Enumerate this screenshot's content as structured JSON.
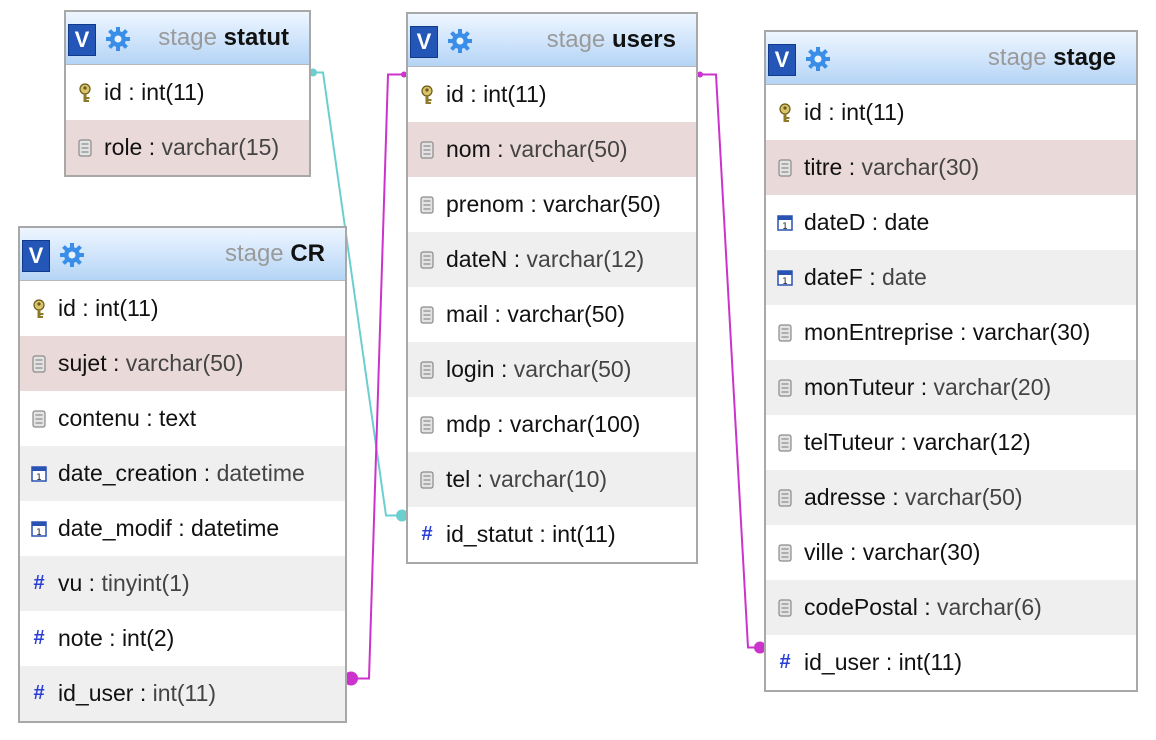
{
  "tables": [
    {
      "id": "statut",
      "db": "stage",
      "name": "statut",
      "columns": [
        {
          "name": "id",
          "type": "int(11)",
          "icon": "key-icon",
          "style": "plain"
        },
        {
          "name": "role",
          "type": "varchar(15)",
          "icon": "text-field-icon",
          "style": "highlight"
        }
      ]
    },
    {
      "id": "cr",
      "db": "stage",
      "name": "CR",
      "columns": [
        {
          "name": "id",
          "type": "int(11)",
          "icon": "key-icon",
          "style": "plain"
        },
        {
          "name": "sujet",
          "type": "varchar(50)",
          "icon": "text-field-icon",
          "style": "highlight"
        },
        {
          "name": "contenu",
          "type": "text",
          "icon": "text-field-icon",
          "style": "plain"
        },
        {
          "name": "date_creation",
          "type": "datetime",
          "icon": "date-icon",
          "style": "alt"
        },
        {
          "name": "date_modif",
          "type": "datetime",
          "icon": "date-icon",
          "style": "plain"
        },
        {
          "name": "vu",
          "type": "tinyint(1)",
          "icon": "number-icon",
          "style": "alt"
        },
        {
          "name": "note",
          "type": "int(2)",
          "icon": "number-icon",
          "style": "plain"
        },
        {
          "name": "id_user",
          "type": "int(11)",
          "icon": "number-icon",
          "style": "alt"
        }
      ]
    },
    {
      "id": "users",
      "db": "stage",
      "name": "users",
      "columns": [
        {
          "name": "id",
          "type": "int(11)",
          "icon": "key-icon",
          "style": "plain"
        },
        {
          "name": "nom",
          "type": "varchar(50)",
          "icon": "text-field-icon",
          "style": "highlight"
        },
        {
          "name": "prenom",
          "type": "varchar(50)",
          "icon": "text-field-icon",
          "style": "plain"
        },
        {
          "name": "dateN",
          "type": "varchar(12)",
          "icon": "text-field-icon",
          "style": "alt"
        },
        {
          "name": "mail",
          "type": "varchar(50)",
          "icon": "text-field-icon",
          "style": "plain"
        },
        {
          "name": "login",
          "type": "varchar(50)",
          "icon": "text-field-icon",
          "style": "alt"
        },
        {
          "name": "mdp",
          "type": "varchar(100)",
          "icon": "text-field-icon",
          "style": "plain"
        },
        {
          "name": "tel",
          "type": "varchar(10)",
          "icon": "text-field-icon",
          "style": "alt"
        },
        {
          "name": "id_statut",
          "type": "int(11)",
          "icon": "number-icon",
          "style": "plain"
        }
      ]
    },
    {
      "id": "stage",
      "db": "stage",
      "name": "stage",
      "columns": [
        {
          "name": "id",
          "type": "int(11)",
          "icon": "key-icon",
          "style": "plain"
        },
        {
          "name": "titre",
          "type": "varchar(30)",
          "icon": "text-field-icon",
          "style": "highlight"
        },
        {
          "name": "dateD",
          "type": "date",
          "icon": "date-icon",
          "style": "plain"
        },
        {
          "name": "dateF",
          "type": "date",
          "icon": "date-icon",
          "style": "alt"
        },
        {
          "name": "monEntreprise",
          "type": "varchar(30)",
          "icon": "text-field-icon",
          "style": "plain"
        },
        {
          "name": "monTuteur",
          "type": "varchar(20)",
          "icon": "text-field-icon",
          "style": "alt"
        },
        {
          "name": "telTuteur",
          "type": "varchar(12)",
          "icon": "text-field-icon",
          "style": "plain"
        },
        {
          "name": "adresse",
          "type": "varchar(50)",
          "icon": "text-field-icon",
          "style": "alt"
        },
        {
          "name": "ville",
          "type": "varchar(30)",
          "icon": "text-field-icon",
          "style": "plain"
        },
        {
          "name": "codePostal",
          "type": "varchar(6)",
          "icon": "text-field-icon",
          "style": "alt"
        },
        {
          "name": "id_user",
          "type": "int(11)",
          "icon": "number-icon",
          "style": "plain"
        }
      ]
    }
  ],
  "header": {
    "toggle_label": "V",
    "toggle_icon": "collapse-toggle-icon",
    "options_icon": "gear-icon"
  },
  "relations": [
    {
      "from": "users.id_statut",
      "to": "statut.id",
      "color": "#6ccfcf"
    },
    {
      "from": "cr.id_user",
      "to": "users.id",
      "color": "#cc33cc"
    },
    {
      "from": "stage.id_user",
      "to": "users.id",
      "color": "#cc33cc"
    }
  ],
  "colors": {
    "accent": "#2356b7",
    "header_bg": "#cfe4fb",
    "highlight_row": "#ead9d9",
    "alt_row": "#efefef"
  }
}
